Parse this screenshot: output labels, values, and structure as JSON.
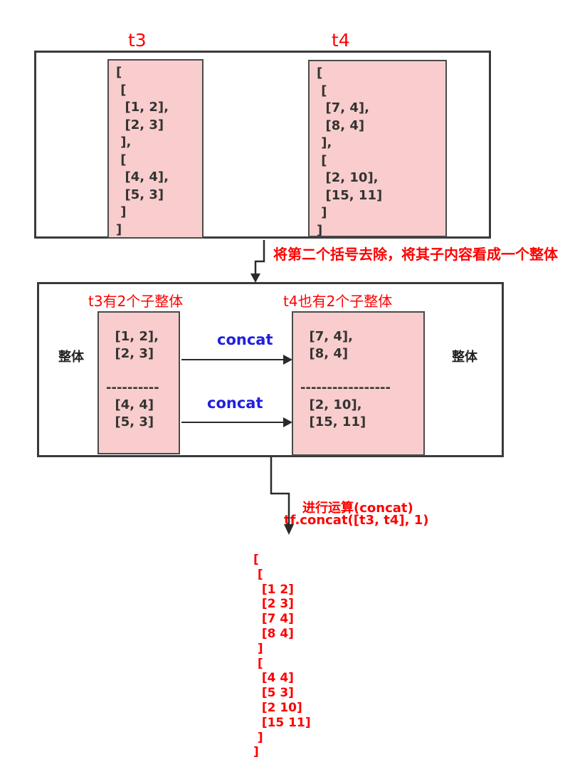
{
  "colors": {
    "annotation_red": "#fe0000",
    "concat_blue": "#1f1fe0",
    "pink_fill": "#f9cdcd",
    "box_border": "#3a3a3a",
    "array_text": "#333333"
  },
  "top_section": {
    "t3_title": "t3",
    "t4_title": "t4",
    "t3_array": "[\n [\n  [1, 2],\n  [2, 3]\n ],\n [\n  [4, 4],\n  [5, 3]\n ]\n]",
    "t4_array": "[\n [\n  [7, 4],\n  [8, 4]\n ],\n [\n  [2, 10],\n  [15, 11]\n ]\n]"
  },
  "step1_annotation": "将第二个括号去除，将其子内容看成一个整体",
  "middle_section": {
    "t3_sub_title": "t3有2个子整体",
    "t4_sub_title": "t4也有2个子整体",
    "whole_label_left": "整体",
    "whole_label_right": "整体",
    "t3_groups": "  [1, 2],\n  [2, 3]\n\n----------\n  [4, 4]\n  [5, 3]",
    "t4_groups": "  [7, 4],\n  [8, 4]\n\n-----------------\n  [2, 10],\n  [15, 11]",
    "concat_label_top": "concat",
    "concat_label_bottom": "concat"
  },
  "step2_annotation": {
    "line1": "进行运算(concat)",
    "line2": "tf.concat([t3, t4], 1)"
  },
  "result_output": "[\n [\n  [1 2]\n  [2 3]\n  [7 4]\n  [8 4]\n ]\n [\n  [4 4]\n  [5 3]\n  [2 10]\n  [15 11]\n ]\n]"
}
